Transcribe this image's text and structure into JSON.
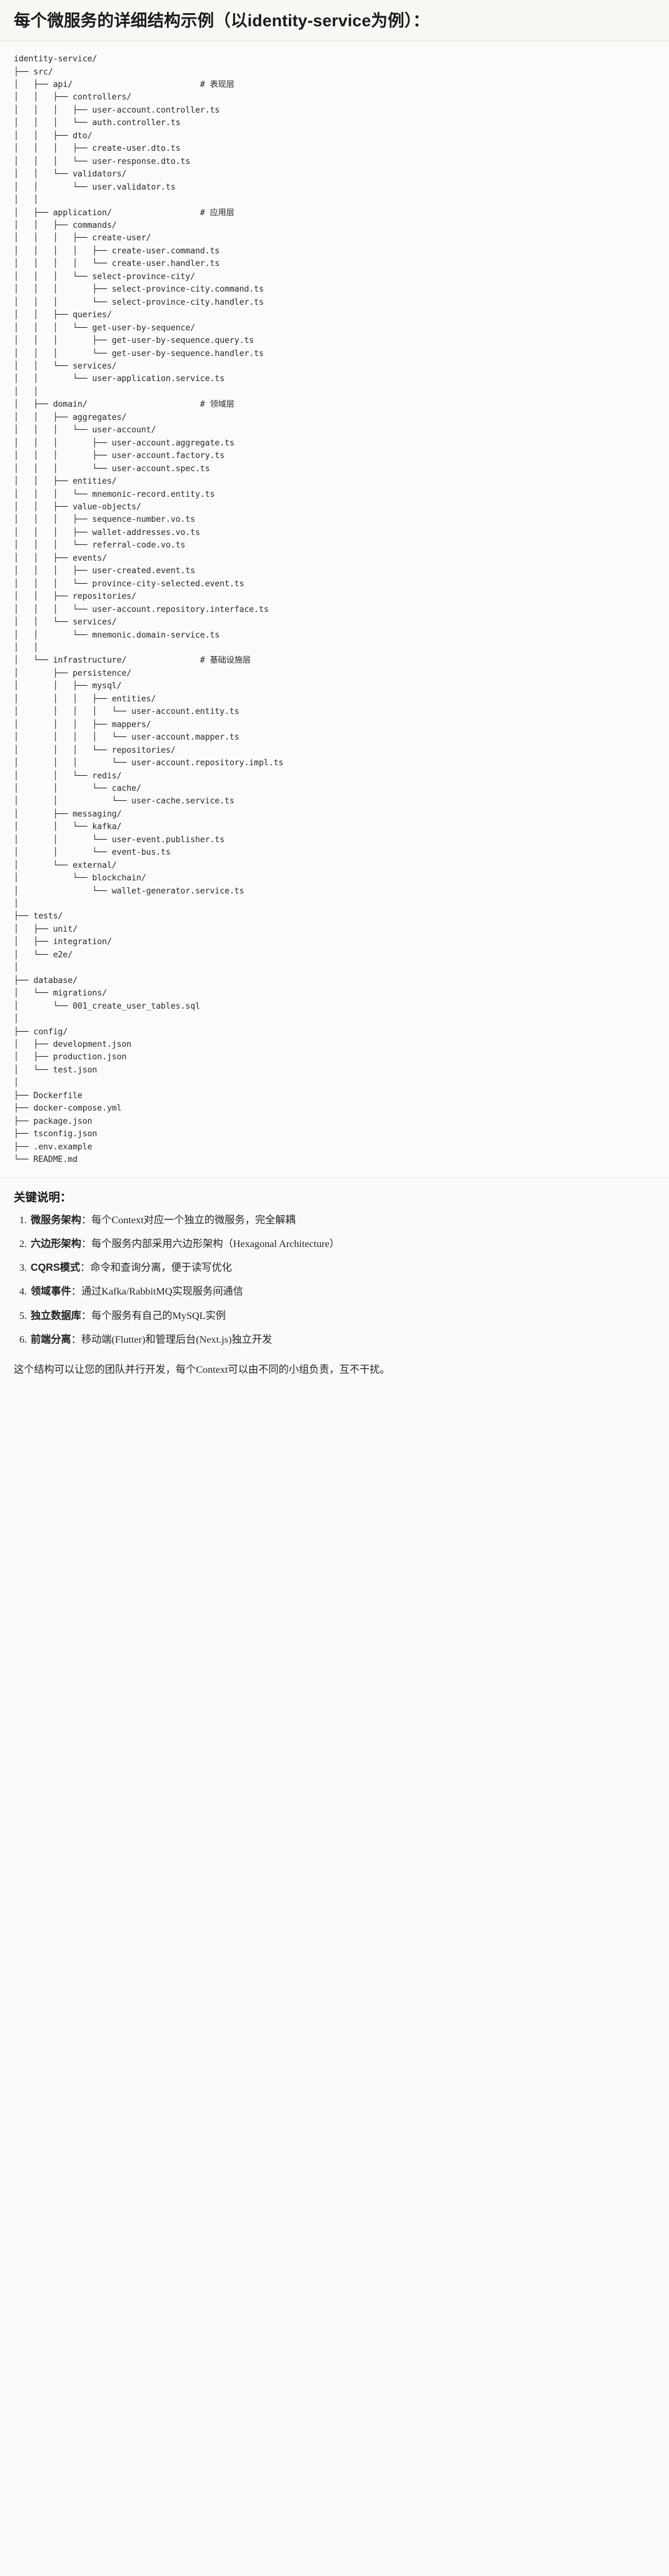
{
  "document": {
    "title": "每个微服务的详细结构示例（以identity-service为例）：",
    "tree": "identity-service/\n├── src/\n│   ├── api/                          # 表现层\n│   │   ├── controllers/\n│   │   │   ├── user-account.controller.ts\n│   │   │   └── auth.controller.ts\n│   │   ├── dto/\n│   │   │   ├── create-user.dto.ts\n│   │   │   └── user-response.dto.ts\n│   │   └── validators/\n│   │       └── user.validator.ts\n│   │\n│   ├── application/                  # 应用层\n│   │   ├── commands/\n│   │   │   ├── create-user/\n│   │   │   │   ├── create-user.command.ts\n│   │   │   │   └── create-user.handler.ts\n│   │   │   └── select-province-city/\n│   │   │       ├── select-province-city.command.ts\n│   │   │       └── select-province-city.handler.ts\n│   │   ├── queries/\n│   │   │   └── get-user-by-sequence/\n│   │   │       ├── get-user-by-sequence.query.ts\n│   │   │       └── get-user-by-sequence.handler.ts\n│   │   └── services/\n│   │       └── user-application.service.ts\n│   │\n│   ├── domain/                       # 领域层\n│   │   ├── aggregates/\n│   │   │   └── user-account/\n│   │   │       ├── user-account.aggregate.ts\n│   │   │       ├── user-account.factory.ts\n│   │   │       └── user-account.spec.ts\n│   │   ├── entities/\n│   │   │   └── mnemonic-record.entity.ts\n│   │   ├── value-objects/\n│   │   │   ├── sequence-number.vo.ts\n│   │   │   ├── wallet-addresses.vo.ts\n│   │   │   └── referral-code.vo.ts\n│   │   ├── events/\n│   │   │   ├── user-created.event.ts\n│   │   │   └── province-city-selected.event.ts\n│   │   ├── repositories/\n│   │   │   └── user-account.repository.interface.ts\n│   │   └── services/\n│   │       └── mnemonic.domain-service.ts\n│   │\n│   └── infrastructure/               # 基础设施层\n│       ├── persistence/\n│       │   ├── mysql/\n│       │   │   ├── entities/\n│       │   │   │   └── user-account.entity.ts\n│       │   │   ├── mappers/\n│       │   │   │   └── user-account.mapper.ts\n│       │   │   └── repositories/\n│       │   │       └── user-account.repository.impl.ts\n│       │   └── redis/\n│       │       └── cache/\n│       │           └── user-cache.service.ts\n│       ├── messaging/\n│       │   └── kafka/\n│       │       └── user-event.publisher.ts\n│       │       └── event-bus.ts\n│       └── external/\n│           └── blockchain/\n│               └── wallet-generator.service.ts\n│\n├── tests/\n│   ├── unit/\n│   ├── integration/\n│   └── e2e/\n│\n├── database/\n│   └── migrations/\n│       └── 001_create_user_tables.sql\n│\n├── config/\n│   ├── development.json\n│   ├── production.json\n│   └── test.json\n│\n├── Dockerfile\n├── docker-compose.yml\n├── package.json\n├── tsconfig.json\n├── .env.example\n└── README.md",
    "notes_heading": "关键说明：",
    "notes": [
      {
        "term": "微服务架构",
        "sep": "：",
        "desc": "每个Context对应一个独立的微服务，完全解耦"
      },
      {
        "term": "六边形架构",
        "sep": "：",
        "desc": "每个服务内部采用六边形架构（Hexagonal Architecture）"
      },
      {
        "term": "CQRS模式",
        "sep": "：",
        "desc": "命令和查询分离，便于读写优化"
      },
      {
        "term": "领域事件",
        "sep": "：",
        "desc": "通过Kafka/RabbitMQ实现服务间通信"
      },
      {
        "term": "独立数据库",
        "sep": "：",
        "desc": "每个服务有自己的MySQL实例"
      },
      {
        "term": "前端分离",
        "sep": "：",
        "desc": "移动端(Flutter)和管理后台(Next.js)独立开发"
      }
    ],
    "closing": "这个结构可以让您的团队并行开发，每个Context可以由不同的小组负责，互不干扰。"
  }
}
